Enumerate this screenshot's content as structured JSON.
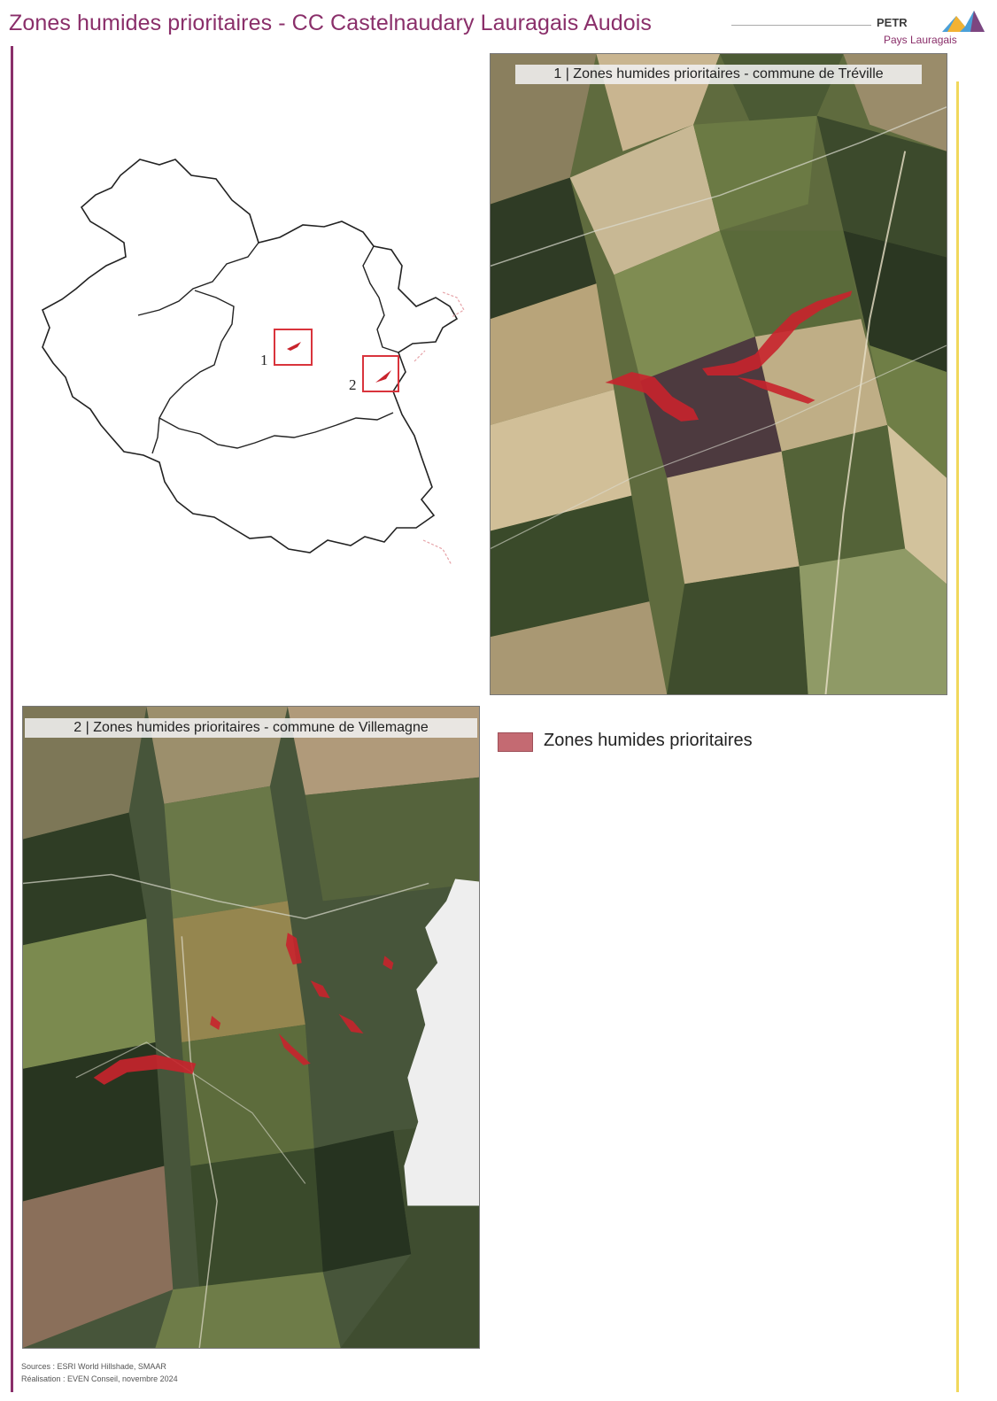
{
  "header": {
    "title": "Zones humides prioritaires - CC Castelnaudary Lauragais Audois",
    "logo_main": "PETR",
    "logo_sub": "Pays Lauragais"
  },
  "overview": {
    "inset_labels": [
      "1",
      "2"
    ]
  },
  "maps": [
    {
      "title": "1 | Zones humides prioritaires - commune de Tréville"
    },
    {
      "title": "2 | Zones humides prioritaires - commune de Villemagne"
    }
  ],
  "legend": {
    "items": [
      {
        "label": "Zones humides prioritaires",
        "color": "#c46a72"
      }
    ]
  },
  "sources": {
    "line1": "Sources : ESRI World Hillshade, SMAAR",
    "line2": "Réalisation : EVEN Conseil, novembre 2024"
  },
  "colors": {
    "accent": "#8a2f6a",
    "frame_right": "#f1d85c",
    "wetland": "#c8232c",
    "inset_box": "#d9343c"
  }
}
